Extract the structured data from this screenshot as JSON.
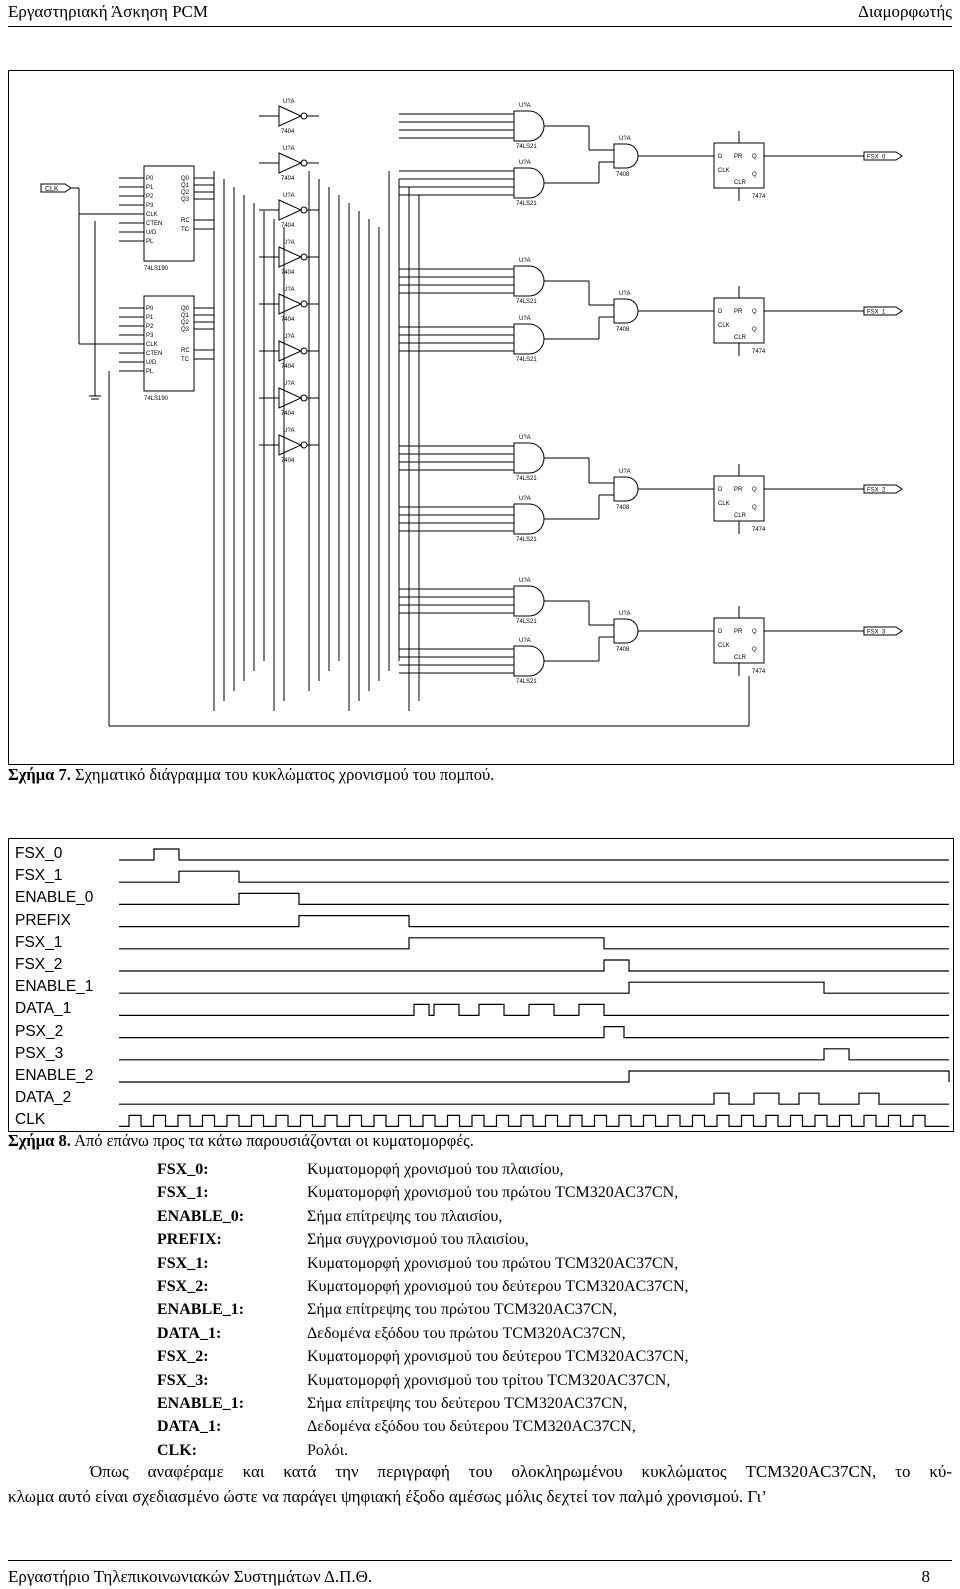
{
  "header": {
    "left": "Εργαστηριακή Άσκηση PCM",
    "right": "Διαμορφωτής"
  },
  "figure7": {
    "caption_label": "Σχήμα 7.",
    "caption_text": "Σχηματικό διάγραμμα του κυκλώματος χρονισμού του πομπού.",
    "clk_label": "CLK",
    "counter_part": "74LS190",
    "counter_pins_left": [
      "P0",
      "P1",
      "P2",
      "P3",
      "CLK",
      "CTEN",
      "U/D",
      "PL"
    ],
    "counter_pins_right": [
      "Q0",
      "Q1",
      "Q2",
      "Q3",
      "RC",
      "TC"
    ],
    "inverter_part": "7404",
    "and4_part": "74LS21",
    "and2_part": "7408",
    "ff_part": "7474",
    "ff_pins": [
      "D",
      "PR",
      "CLR",
      "Q",
      "CLK"
    ],
    "outputs": [
      "FSX_0",
      "FSX_1",
      "FSX_2",
      "FSX_3"
    ]
  },
  "figure8": {
    "caption_label": "Σχήμα 8.",
    "caption_text": "Από επάνω προς τα κάτω παρουσιάζονται οι κυματομορφές.",
    "signals": [
      "FSX_0",
      "FSX_1",
      "ENABLE_0",
      "PREFIX",
      "FSX_1",
      "FSX_2",
      "ENABLE_1",
      "DATA_1",
      "PSX_2",
      "PSX_3",
      "ENABLE_2",
      "DATA_2",
      "CLK"
    ]
  },
  "legend": [
    {
      "key": "FSX_0:",
      "value": "Κυματομορφή χρονισμού του πλαισίου,"
    },
    {
      "key": "FSX_1:",
      "value": "Κυματομορφή χρονισμού του πρώτου TCM320AC37CN,"
    },
    {
      "key": "ENABLE_0:",
      "value": "Σήμα επίτρεψης του πλαισίου,"
    },
    {
      "key": "PREFIX:",
      "value": "Σήμα συγχρονισμού του πλαισίου,"
    },
    {
      "key": "FSX_1:",
      "value": "Κυματομορφή χρονισμού του πρώτου TCM320AC37CN,"
    },
    {
      "key": "FSX_2:",
      "value": "Κυματομορφή χρονισμού του δεύτερου TCM320AC37CN,"
    },
    {
      "key": "ENABLE_1:",
      "value": "Σήμα επίτρεψης του πρώτου TCM320AC37CN,"
    },
    {
      "key": "DATA_1:",
      "value": "Δεδομένα εξόδου του πρώτου TCM320AC37CN,"
    },
    {
      "key": "FSX_2:",
      "value": "Κυματομορφή χρονισμού του δεύτερου TCM320AC37CN,"
    },
    {
      "key": "FSX_3:",
      "value": "Κυματομορφή χρονισμού του τρίτου TCM320AC37CN,"
    },
    {
      "key": "ENABLE_1:",
      "value": "Σήμα επίτρεψης του δεύτερου TCM320AC37CN,"
    },
    {
      "key": "DATA_1:",
      "value": "Δεδομένα εξόδου του δεύτερου TCM320AC37CN,"
    },
    {
      "key": "CLK:",
      "value": "Ρολόι."
    }
  ],
  "paragraph": {
    "line1": "Όπως αναφέραμε και κατά την περιγραφή του ολοκληρωμένου κυκλώματος TCM320AC37CN, το κύ-",
    "line2": "κλωμα αυτό είναι σχεδιασμένο ώστε να παράγει ψηφιακή έξοδο αμέσως μόλις δεχτεί τον παλμό χρονισμού. Γι’"
  },
  "footer": {
    "left": "Εργαστήριο Τηλεπικοινωνιακών Συστημάτων Δ.Π.Θ.",
    "right": "8"
  }
}
